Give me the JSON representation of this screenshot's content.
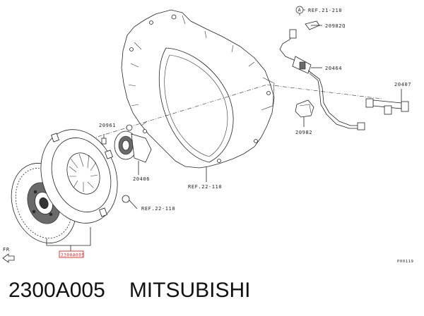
{
  "labels": {
    "ref_a": "REF.21-210",
    "circle_a": "A",
    "p20982q": "20982Q",
    "p20464": "20464",
    "p20407": "20407",
    "p20961": "20961",
    "p20406": "20406",
    "p20982": "20982",
    "ref_bell": "REF.22-110",
    "ref_bolt": "REF.22-110",
    "highlight": "2300A005",
    "fr": "FR",
    "code": "P00119"
  },
  "caption": {
    "part_number": "2300A005",
    "brand": "MITSUBISHI"
  },
  "colors": {
    "highlight": "#e02020",
    "line": "#222222"
  }
}
